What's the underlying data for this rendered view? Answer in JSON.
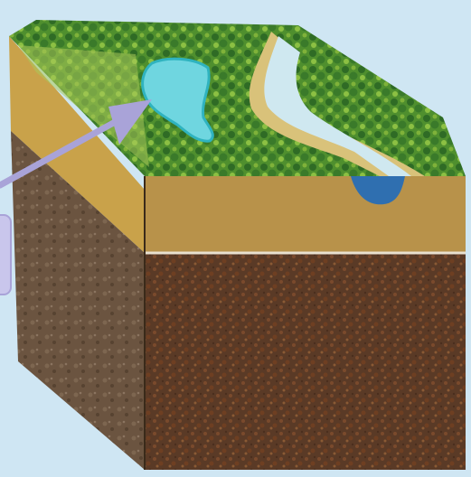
{
  "diagram": {
    "subject": "terrain-block-cross-section",
    "features": [
      "forest",
      "river",
      "floodplain-lake",
      "topsoil-layer",
      "bedrock-layer",
      "pointer-arrow",
      "callout-box"
    ],
    "colors": {
      "background": "#cfe6f3",
      "forest_dark": "#2f6b25",
      "forest_light": "#7fb23a",
      "meadow": "#a9c95a",
      "sand": "#d9c27a",
      "soil_top": "#c9a24a",
      "soil_front": "#b8924a",
      "rock_front": "#5a3a26",
      "rock_side": "#6b5440",
      "river": "#cfe8f0",
      "river_channel": "#2f6fb0",
      "lake": "#6fd6e0",
      "lake_outline": "#2fb3bf",
      "arrow": "#a9a3d8",
      "callout": "#c9c6ec"
    }
  }
}
